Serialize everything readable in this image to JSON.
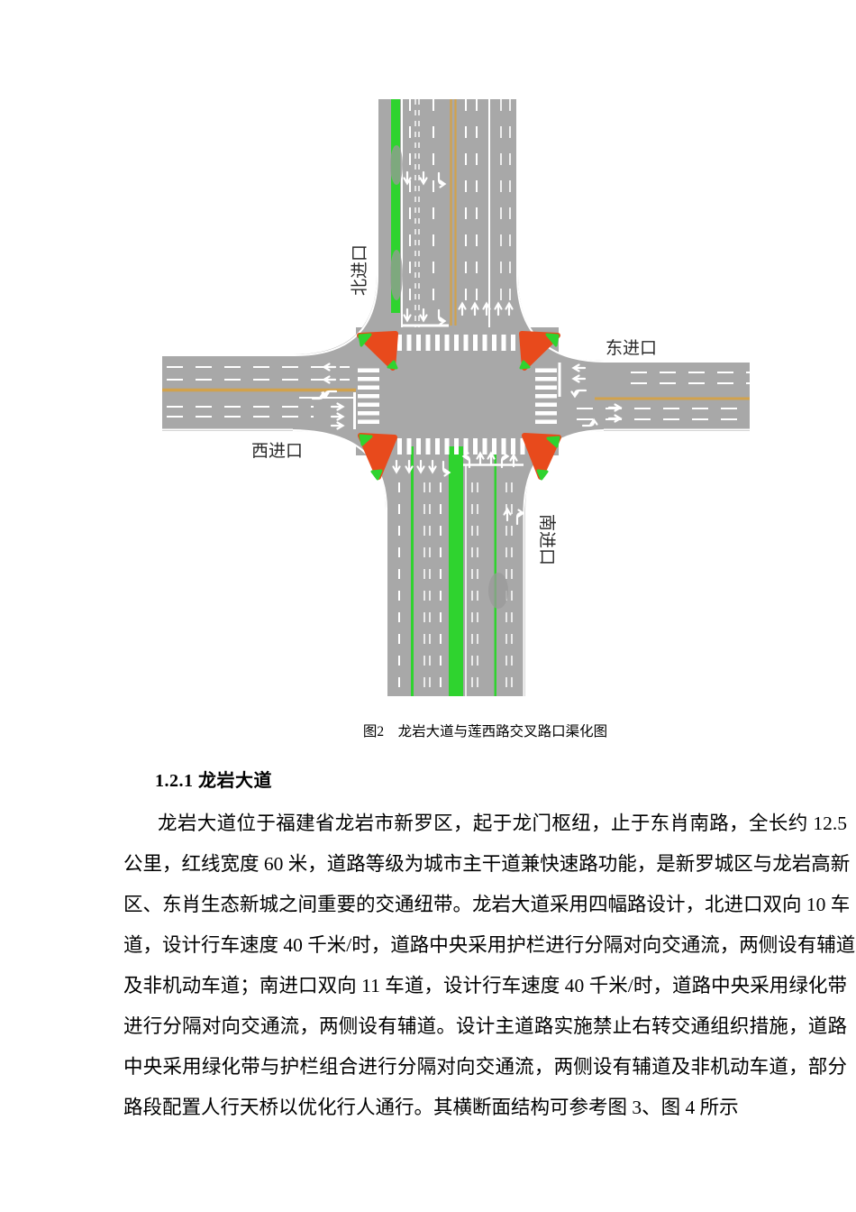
{
  "figure": {
    "labels": {
      "north": "北进口",
      "east": "东进口",
      "west": "西进口",
      "south": "南进口"
    },
    "colors": {
      "road": "#a8a8a8",
      "green": "#2fd32f",
      "island_red": "#e84a1c",
      "lane_orange": "#d2a24c"
    }
  },
  "caption": "图2　龙岩大道与莲西路交叉路口渠化图",
  "section_heading": "1.2.1 龙岩大道",
  "paragraph_lines": [
    "龙岩大道位于福建省龙岩市新罗区，起于龙门枢纽，止于东肖南路，全长约 12.5",
    "公里，红线宽度 60 米，道路等级为城市主干道兼快速路功能，是新罗城区与龙岩高新",
    "区、东肖生态新城之间重要的交通纽带。龙岩大道采用四幅路设计，北进口双向 10 车",
    "道，设计行车速度 40 千米/时，道路中央采用护栏进行分隔对向交通流，两侧设有辅道",
    "及非机动车道；南进口双向 11 车道，设计行车速度 40 千米/时，道路中央采用绿化带",
    "进行分隔对向交通流，两侧设有辅道。设计主道路实施禁止右转交通组织措施，道路",
    "中央采用绿化带与护栏组合进行分隔对向交通流，两侧设有辅道及非机动车道，部分",
    "路段配置人行天桥以优化行人通行。其横断面结构可参考图 3、图 4 所示"
  ]
}
